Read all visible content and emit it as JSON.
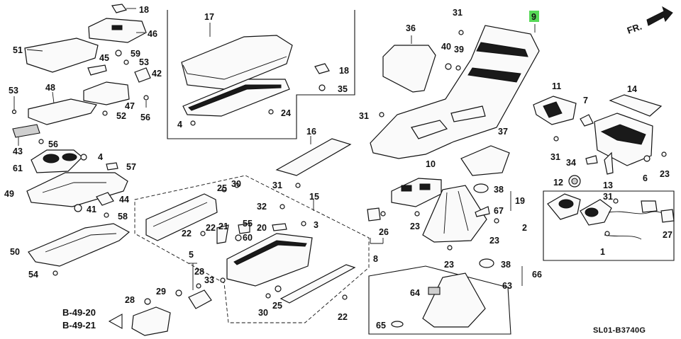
{
  "diagram": {
    "catalog_code": "SL01-B3740G",
    "direction_label": "FR.",
    "highlighted_callout": "9",
    "highlight_color": "#57d957",
    "reference_links": [
      "B-49-20",
      "B-49-21"
    ]
  },
  "callouts": {
    "c18a": "18",
    "c46": "46",
    "c51": "51",
    "c59": "59",
    "c45": "45",
    "c53a": "53",
    "c42": "42",
    "c53b": "53",
    "c48": "48",
    "c47": "47",
    "c52": "52",
    "c56a": "56",
    "c43": "43",
    "c56b": "56",
    "c4a": "4",
    "c61": "61",
    "c57": "57",
    "c49": "49",
    "c44": "44",
    "c41": "41",
    "c58": "58",
    "c50": "50",
    "c54": "54",
    "c17": "17",
    "c4b": "4",
    "c24": "24",
    "c18b": "18",
    "c35": "35",
    "c16": "16",
    "c31a": "31",
    "c15": "15",
    "c32": "32",
    "c3": "3",
    "c25a": "25",
    "c30a": "30",
    "c22a": "22",
    "c21": "21",
    "c55": "55",
    "c20": "20",
    "c60": "60",
    "c22b": "22",
    "c5": "5",
    "c28a": "28",
    "c33": "33",
    "c29": "29",
    "c28b": "28",
    "c30b": "30",
    "c25b": "25",
    "c22c": "22",
    "c31b": "31",
    "c40": "40",
    "c39": "39",
    "c36": "36",
    "c9": "9",
    "c31c": "31",
    "c37": "37",
    "c10": "10",
    "c38a": "38",
    "c19": "19",
    "c67": "67",
    "c26": "26",
    "c23a": "23",
    "c23b": "23",
    "c8": "8",
    "c23c": "23",
    "c38b": "38",
    "c66": "66",
    "c63": "63",
    "c64": "64",
    "c65": "65",
    "c11": "11",
    "c7": "7",
    "c14": "14",
    "c31d": "31",
    "c34": "34",
    "c23d": "23",
    "c12": "12",
    "c6": "6",
    "c13": "13",
    "c2": "2",
    "c27": "27",
    "c1": "1",
    "c31e": "31"
  }
}
